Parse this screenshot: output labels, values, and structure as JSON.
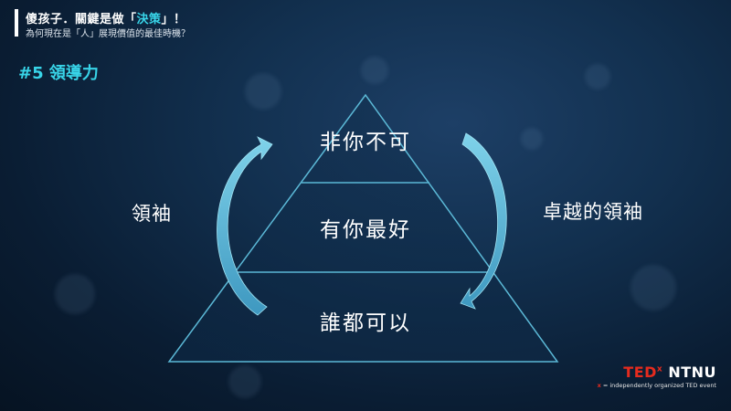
{
  "header": {
    "title_before": "傻孩子．關鍵是做「",
    "title_highlight": "決策",
    "title_after": "」！",
    "subtitle": "為何現在是「人」展現價值的最佳時機？"
  },
  "section": {
    "title": "#5 領導力"
  },
  "pyramid": {
    "top": "非你不可",
    "middle": "有你最好",
    "bottom": "誰都可以"
  },
  "labels": {
    "left": "領袖",
    "right": "卓越的領袖"
  },
  "logo": {
    "ted": "TED",
    "x": "x",
    "name": "NTNU",
    "sub_x": "x",
    "sub_text": " = independently organized TED event"
  },
  "colors": {
    "accent": "#38d4e8",
    "arrow": "#5bb8d6",
    "ted_red": "#e62b1e"
  }
}
